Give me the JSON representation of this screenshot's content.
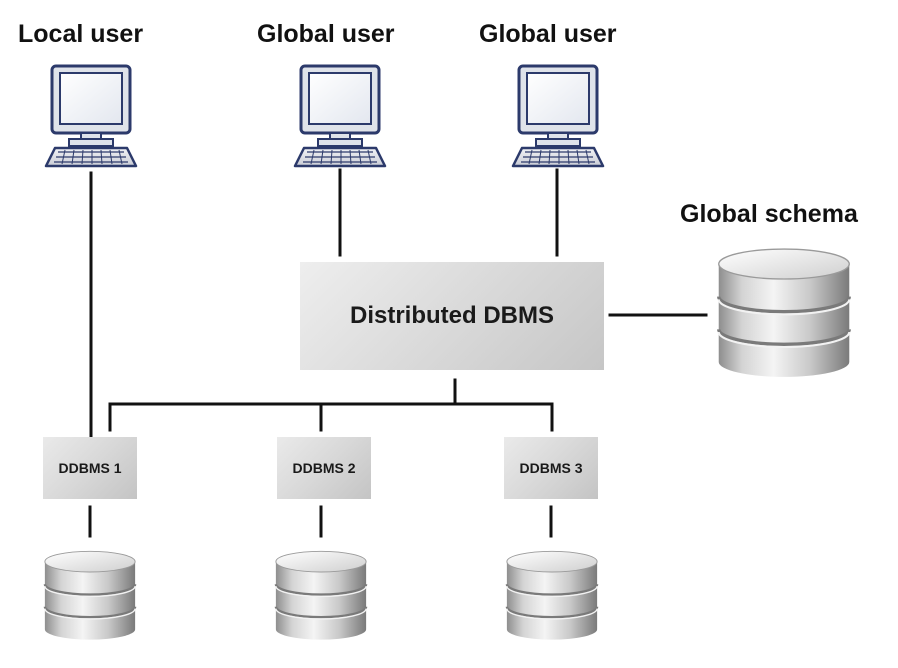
{
  "labels": {
    "local_user": "Local user",
    "global_user_1": "Global user",
    "global_user_2": "Global user",
    "global_schema": "Global schema"
  },
  "boxes": {
    "distributed": "Distributed DBMS",
    "ddbms_1": "DDBMS 1",
    "ddbms_2": "DDBMS 2",
    "ddbms_3": "DDBMS 3"
  },
  "icons": {
    "computer": "computer-icon",
    "database": "database-icon"
  },
  "colors": {
    "line": "#111111",
    "box_gray": "#d9d9d9",
    "monitor_frame": "#2c3a6b",
    "db_gray": "#c8c8c8"
  }
}
